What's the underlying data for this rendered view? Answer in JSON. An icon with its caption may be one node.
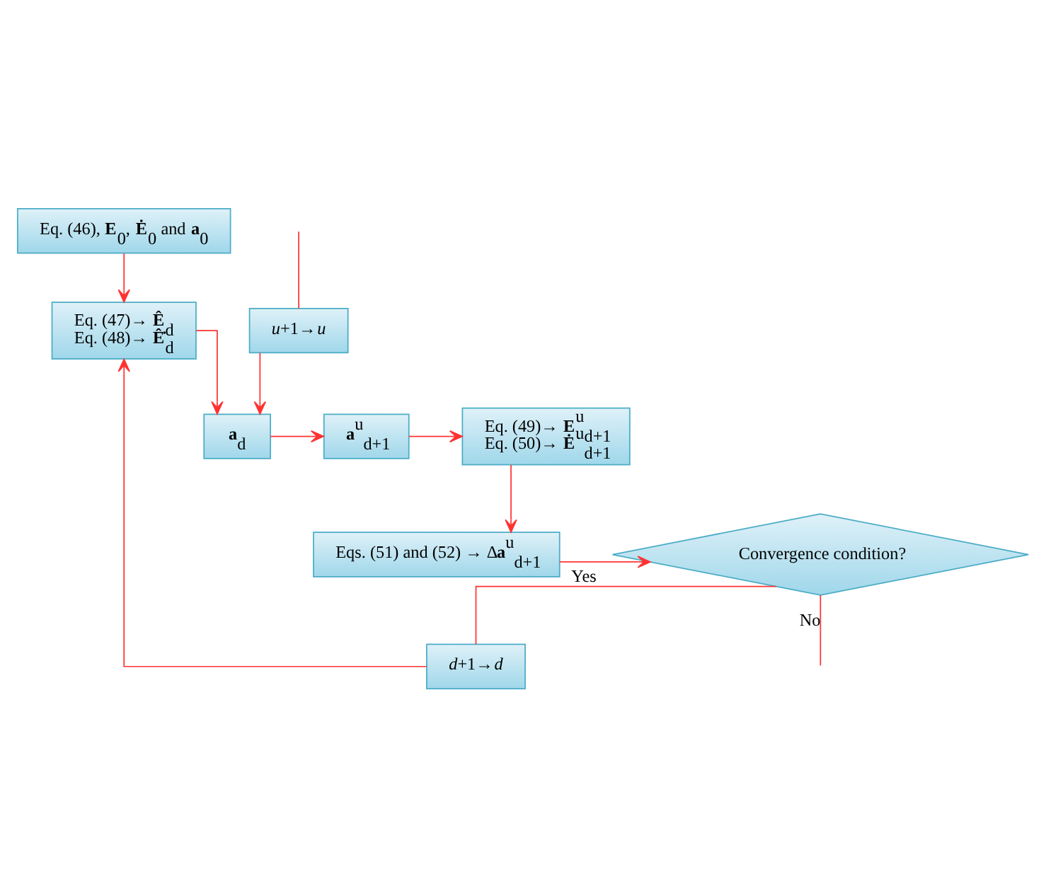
{
  "diagram": {
    "nodes": [
      {
        "text": [
          "Eq. (46), **E**$_{0}$, **Ė**$_{0}$ and **a**$_{0}$"
        ]
      },
      {
        "text": [
          "Eq. (47)→ **Ê**$_{d}$",
          "Eq. (48)→ **Ê̇**$_{d}$"
        ]
      },
      {
        "text": [
          "*u*+1→*u*"
        ]
      },
      {
        "text": [
          "**a**$_{d}$"
        ]
      },
      {
        "text": [
          "**a**$^{u}$$_{d+1}$"
        ]
      },
      {
        "text": [
          "Eq. (49)→ **E**$^{u}$$_{d+1}$",
          "Eq. (50)→ **Ė**$^{u}$$_{d+1}$"
        ]
      },
      {
        "text": [
          "*d*+1→*d*"
        ]
      },
      {
        "text": [
          "Convergence condition?"
        ]
      },
      {
        "text": [
          "Eqs. (51) and (52) → Δ**a**$^{u}$$_{d+1}$"
        ]
      }
    ],
    "edges": [
      {
        "from": 0,
        "to": 1,
        "arrow": "to"
      },
      {
        "from": 6,
        "to": 1,
        "arrow": "to"
      },
      {
        "from": 1,
        "to": 3,
        "arrow": "to"
      },
      {
        "from": null,
        "to": 2,
        "arrow": "none"
      },
      {
        "from": 2,
        "to": 3,
        "arrow": "to"
      },
      {
        "from": 3,
        "to": 4,
        "arrow": "to"
      },
      {
        "from": 4,
        "to": 5,
        "arrow": "to"
      },
      {
        "from": 5,
        "to": 8,
        "arrow": "to"
      },
      {
        "from": 8,
        "to": 7,
        "arrow": "to"
      },
      {
        "from": 7,
        "to": 6,
        "arrow": "none",
        "label": "Yes"
      },
      {
        "from": 7,
        "to": null,
        "arrow": "none",
        "label": "No"
      }
    ]
  }
}
